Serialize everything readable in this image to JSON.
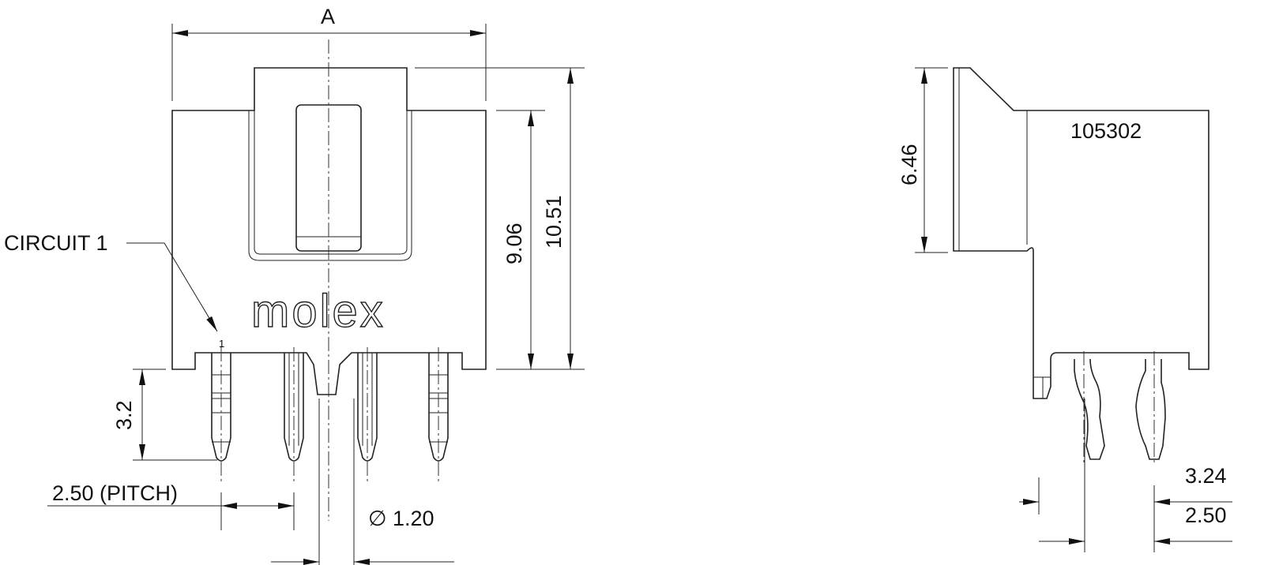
{
  "front_view": {
    "dim_width_label": "A",
    "dim_body_height": "9.06",
    "dim_total_height": "10.51",
    "dim_pin_length": "3.2",
    "dim_pitch": "2.50 (PITCH)",
    "dim_pin_diameter": "∅ 1.20",
    "circuit_label": "CIRCUIT 1",
    "circuit_mark": "1",
    "brand_logo": "molex"
  },
  "side_view": {
    "part_number": "105302",
    "dim_height": "6.46",
    "dim_offset_1": "3.24",
    "dim_offset_2": "2.50"
  }
}
